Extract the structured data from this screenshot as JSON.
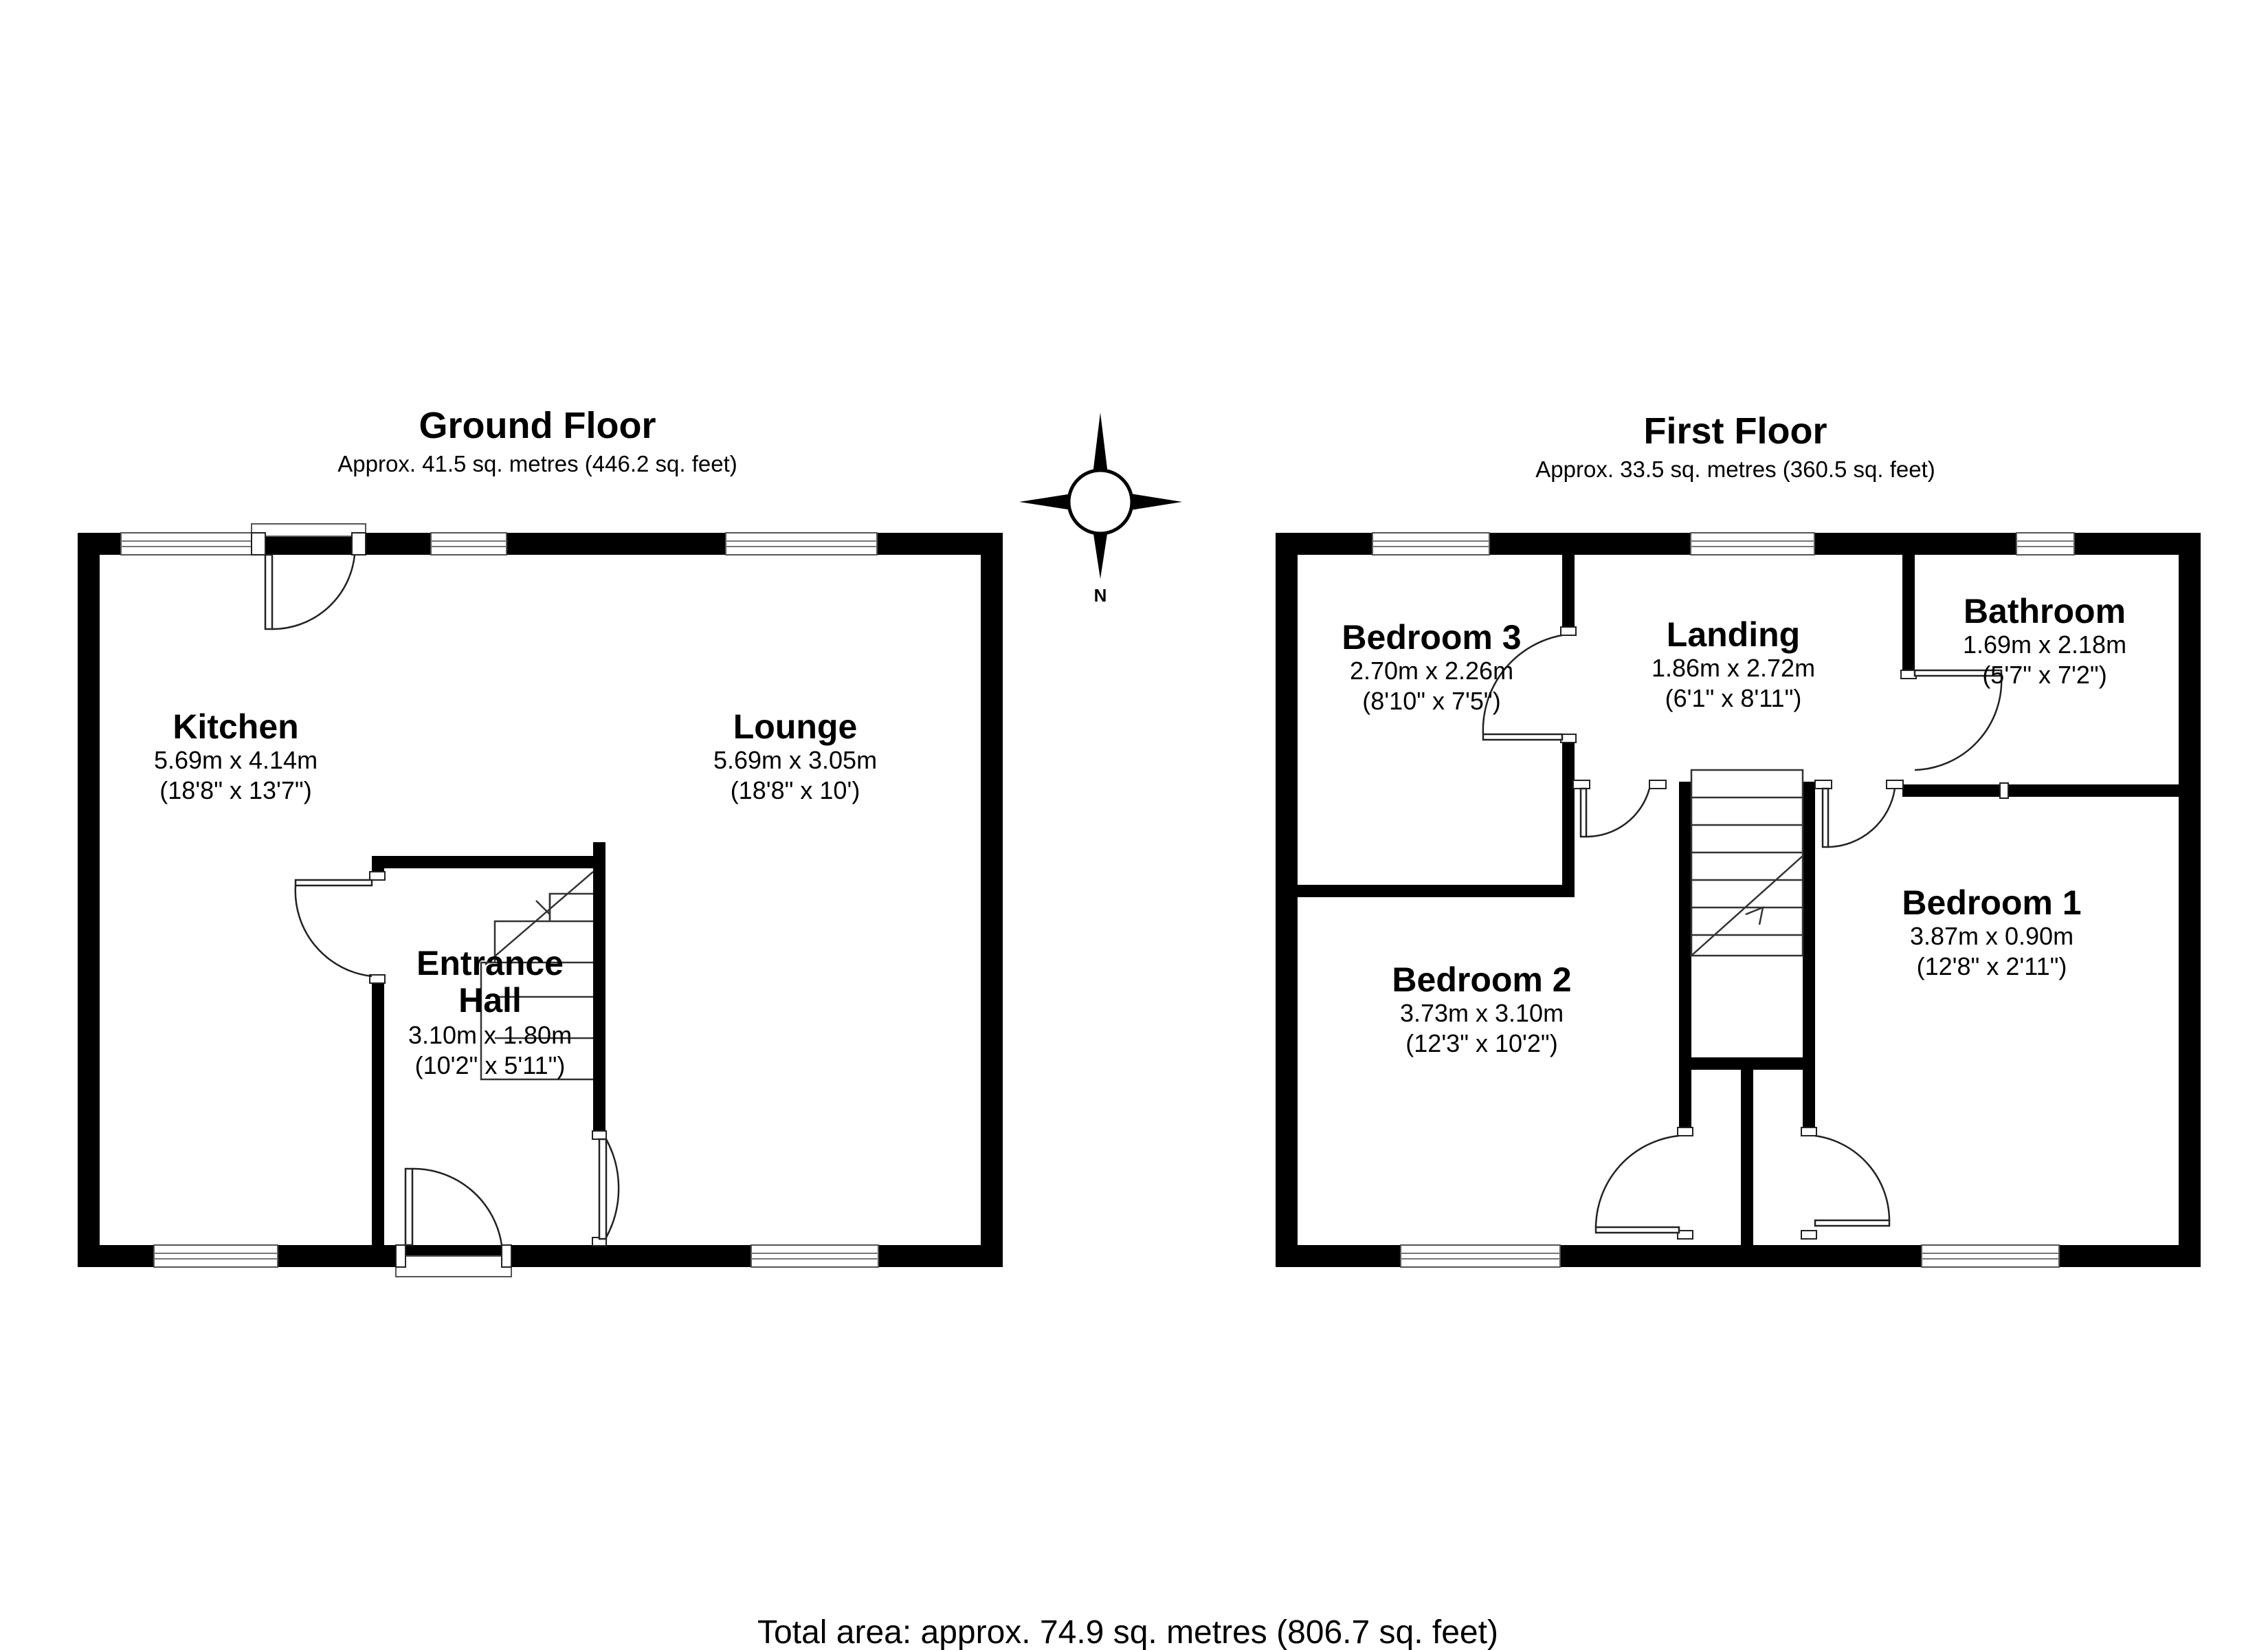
{
  "ground_floor": {
    "title": "Ground Floor",
    "area": "Approx. 41.5 sq. metres (446.2 sq. feet)",
    "rooms": {
      "kitchen": {
        "name": "Kitchen",
        "metric": "5.69m x 4.14m",
        "imperial": "(18'8\" x 13'7\")"
      },
      "lounge": {
        "name": "Lounge",
        "metric": "5.69m x 3.05m",
        "imperial": "(18'8\" x 10')"
      },
      "entrance_hall": {
        "name_line1": "Entrance",
        "name_line2": "Hall",
        "metric": "3.10m x 1.80m",
        "imperial": "(10'2\" x 5'11\")"
      }
    }
  },
  "first_floor": {
    "title": "First Floor",
    "area": "Approx. 33.5 sq. metres (360.5 sq. feet)",
    "rooms": {
      "bedroom3": {
        "name": "Bedroom 3",
        "metric": "2.70m x 2.26m",
        "imperial": "(8'10\" x 7'5\")"
      },
      "landing": {
        "name": "Landing",
        "metric": "1.86m x 2.72m",
        "imperial": "(6'1\" x 8'11\")"
      },
      "bathroom": {
        "name": "Bathroom",
        "metric": "1.69m x 2.18m",
        "imperial": "(5'7\" x 7'2\")"
      },
      "bedroom1": {
        "name": "Bedroom 1",
        "metric": "3.87m x 0.90m",
        "imperial": "(12'8\" x 2'11\")"
      },
      "bedroom2": {
        "name": "Bedroom 2",
        "metric": "3.73m x 3.10m",
        "imperial": "(12'3\" x 10'2\")"
      }
    }
  },
  "compass": {
    "label": "N"
  },
  "total_area": "Total area: approx. 74.9 sq. metres (806.7 sq. feet)"
}
